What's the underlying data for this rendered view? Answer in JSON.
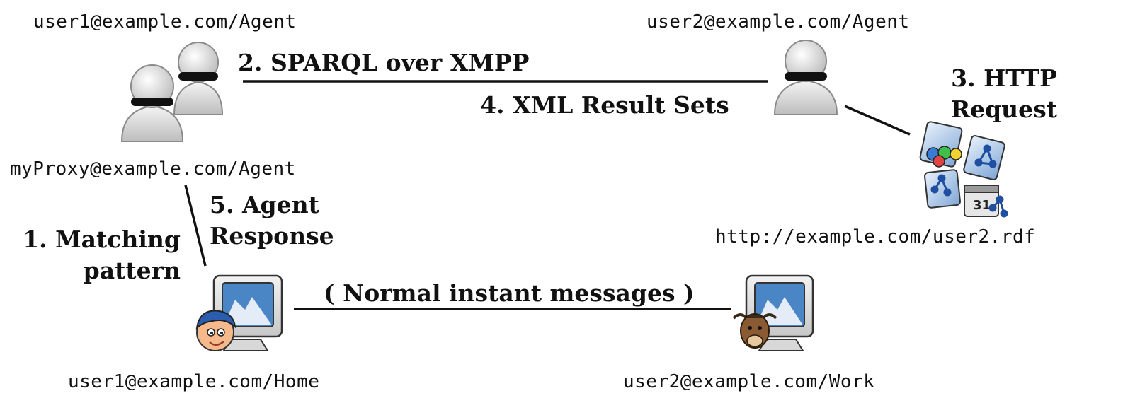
{
  "nodes": {
    "user1_agent": "user1@example.com/Agent",
    "user2_agent": "user2@example.com/Agent",
    "my_proxy": "myProxy@example.com/Agent",
    "rdf_url": "http://example.com/user2.rdf",
    "user1_home": "user1@example.com/Home",
    "user2_work": "user2@example.com/Work"
  },
  "edges": {
    "sparql": "2. SPARQL over XMPP",
    "xml_results": "4. XML Result Sets",
    "http_line1": "3. HTTP",
    "http_line2": "Request",
    "agent_response_line1": "5. Agent",
    "agent_response_line2": "Response",
    "matching_line1": "1. Matching",
    "matching_line2": "pattern",
    "normal_im": "( Normal instant messages )"
  },
  "icons": {
    "user1_agent_icon": "two-users-icon",
    "user2_agent_icon": "user-icon",
    "rdf_icon": "rdf-documents-icon",
    "user1_home_icon": "computer-with-person-icon",
    "user2_work_icon": "computer-with-gnu-icon"
  }
}
